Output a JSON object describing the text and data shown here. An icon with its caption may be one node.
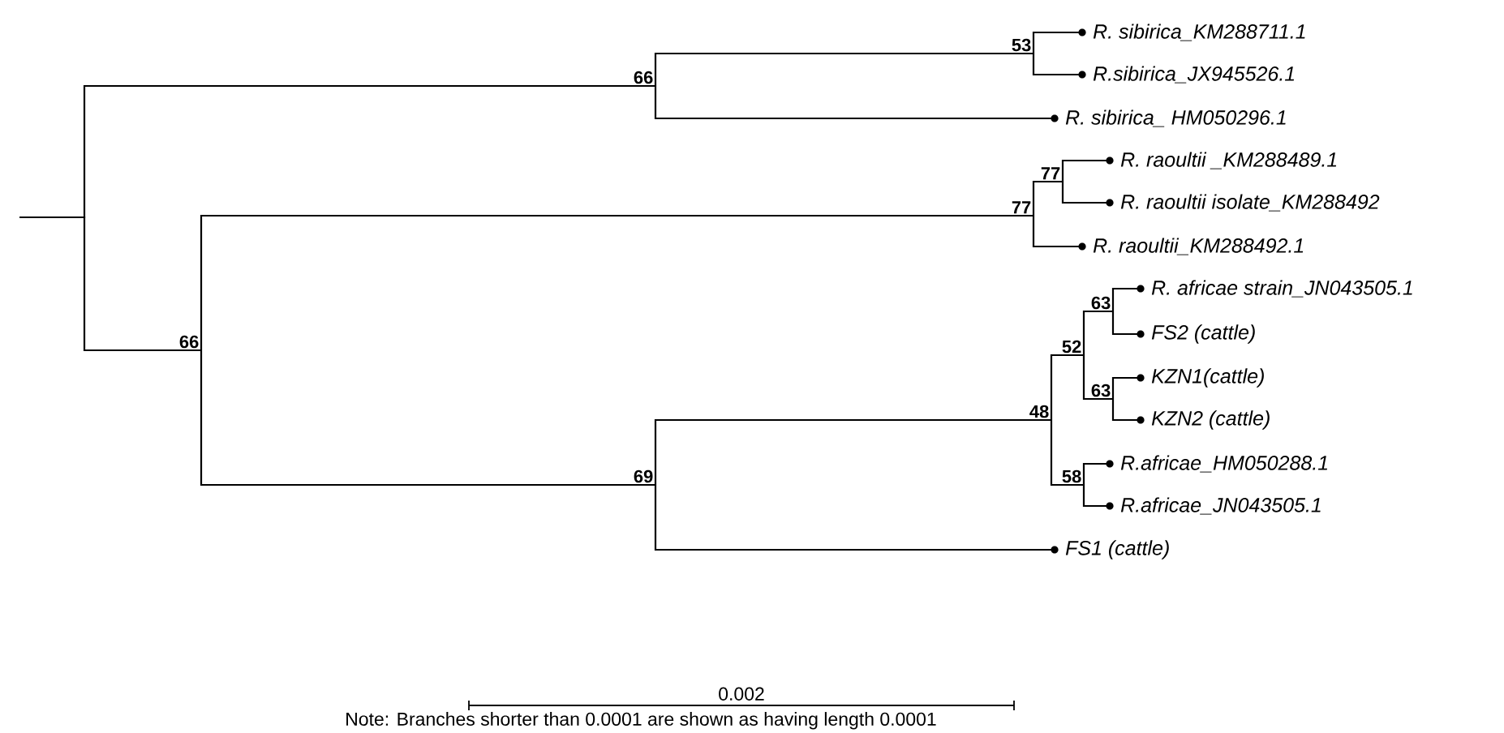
{
  "diagram": {
    "nodes": [
      {
        "text": [
          "R. sibirica_KM288711.1"
        ]
      },
      {
        "text": [
          "R.sibirica_JX945526.1"
        ]
      },
      {
        "text": [
          "R. sibirica_ HM050296.1"
        ]
      },
      {
        "text": [
          "R. raoultii _KM288489.1"
        ]
      },
      {
        "text": [
          "R. raoultii isolate_KM288492"
        ]
      },
      {
        "text": [
          "R. raoultii_KM288492.1"
        ]
      },
      {
        "text": [
          "R. africae strain_JN043505.1"
        ]
      },
      {
        "text": [
          "FS2 (cattle)"
        ]
      },
      {
        "text": [
          "KZN1(cattle)"
        ]
      },
      {
        "text": [
          "KZN2 (cattle)"
        ]
      },
      {
        "text": [
          "R.africae_HM050288.1"
        ]
      },
      {
        "text": [
          "R.africae_JN043505.1"
        ]
      },
      {
        "text": [
          "FS1 (cattle)"
        ]
      },
      {
        "text": [
          "53"
        ]
      },
      {
        "text": [
          "66"
        ]
      },
      {
        "text": [
          "77"
        ]
      },
      {
        "text": [
          "77"
        ]
      },
      {
        "text": [
          "63"
        ]
      },
      {
        "text": [
          "63"
        ]
      },
      {
        "text": [
          "52"
        ]
      },
      {
        "text": [
          "58"
        ]
      },
      {
        "text": [
          "48"
        ]
      },
      {
        "text": [
          "69"
        ]
      },
      {
        "text": [
          "66"
        ]
      },
      {
        "text": [],
        "shape": "junction"
      }
    ],
    "edges": [
      {
        "from": 13,
        "to": 0,
        "arrow": "none"
      },
      {
        "from": 13,
        "to": 1,
        "arrow": "none"
      },
      {
        "from": 14,
        "to": 13,
        "arrow": "none"
      },
      {
        "from": 14,
        "to": 2,
        "arrow": "none"
      },
      {
        "from": 15,
        "to": 3,
        "arrow": "none"
      },
      {
        "from": 15,
        "to": 4,
        "arrow": "none"
      },
      {
        "from": 16,
        "to": 15,
        "arrow": "none"
      },
      {
        "from": 16,
        "to": 5,
        "arrow": "none"
      },
      {
        "from": 17,
        "to": 6,
        "arrow": "none"
      },
      {
        "from": 17,
        "to": 7,
        "arrow": "none"
      },
      {
        "from": 18,
        "to": 8,
        "arrow": "none"
      },
      {
        "from": 18,
        "to": 9,
        "arrow": "none"
      },
      {
        "from": 19,
        "to": 17,
        "arrow": "none"
      },
      {
        "from": 19,
        "to": 18,
        "arrow": "none"
      },
      {
        "from": 20,
        "to": 10,
        "arrow": "none"
      },
      {
        "from": 20,
        "to": 11,
        "arrow": "none"
      },
      {
        "from": 21,
        "to": 19,
        "arrow": "none"
      },
      {
        "from": 21,
        "to": 20,
        "arrow": "none"
      },
      {
        "from": 22,
        "to": 21,
        "arrow": "none"
      },
      {
        "from": 22,
        "to": 12,
        "arrow": "none"
      },
      {
        "from": 23,
        "to": 16,
        "arrow": "none"
      },
      {
        "from": 23,
        "to": 22,
        "arrow": "none"
      },
      {
        "from": 24,
        "to": 14,
        "arrow": "none"
      },
      {
        "from": 24,
        "to": 23,
        "arrow": "none"
      },
      {
        "from": null,
        "to": 24,
        "arrow": "none"
      }
    ],
    "labels": [
      "0.002",
      "Note: Branches shorter than 0.0001 are shown as having length 0.0001"
    ]
  }
}
